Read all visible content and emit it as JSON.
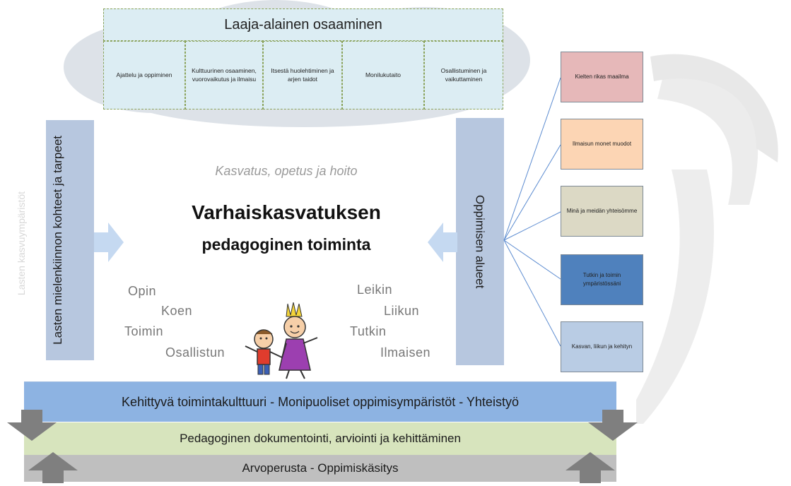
{
  "competence": {
    "title": "Laaja-alainen osaaminen",
    "items": [
      "Ajattelu ja oppiminen",
      "Kulttuurinen osaaminen, vuorovaikutus ja ilmaisu",
      "Itsestä huolehtiminen ja arjen taidot",
      "Monilukutaito",
      "Osallistuminen ja vaikuttaminen"
    ]
  },
  "left_column": "Lasten mielenkiinnon kohteet ja tarpeet",
  "right_column": "Oppimisen alueet",
  "side_label": "Lasten kasvuympäristöt",
  "center": {
    "subtitle": "Kasvatus, opetus ja hoito",
    "title_line1": "Varhaiskasvatuksen",
    "title_line2": "pedagoginen toiminta"
  },
  "left_words": [
    "Opin",
    "Koen",
    "Toimin",
    "Osallistun"
  ],
  "right_words": [
    "Leikin",
    "Liikun",
    "Tutkin",
    "Ilmaisen"
  ],
  "learning_areas": [
    {
      "label": "Kielten rikas maailma",
      "color": "#e6b8b9"
    },
    {
      "label": "Ilmaisun monet muodot",
      "color": "#fcd5b4"
    },
    {
      "label": "Minä ja meidän yhteisömme",
      "color": "#dcd9c5"
    },
    {
      "label": "Tutkin ja toimin ympäristössäni",
      "color": "#4f81bd"
    },
    {
      "label": "Kasvan, liikun ja kehityn",
      "color": "#b9cce4"
    }
  ],
  "bands": {
    "culture": "Kehittyvä toimintakulttuuri - Monipuoliset oppimisympäristöt - Yhteistyö",
    "documentation": "Pedagoginen dokumentointi, arviointi ja kehittäminen",
    "values": "Arvoperusta -  Oppimiskäsitys"
  },
  "colors": {
    "competence_bg": "#dcedf3",
    "column_bg": "#b7c7df",
    "culture_band": "#8db3e2",
    "documentation_band": "#d7e4bd",
    "values_band": "#bfbfbf",
    "arrow_light": "#c5d9f1",
    "arrow_gray": "#7f7f7f"
  },
  "icons": [
    "children-illustration-icon",
    "curved-arc-decoration-icon"
  ]
}
